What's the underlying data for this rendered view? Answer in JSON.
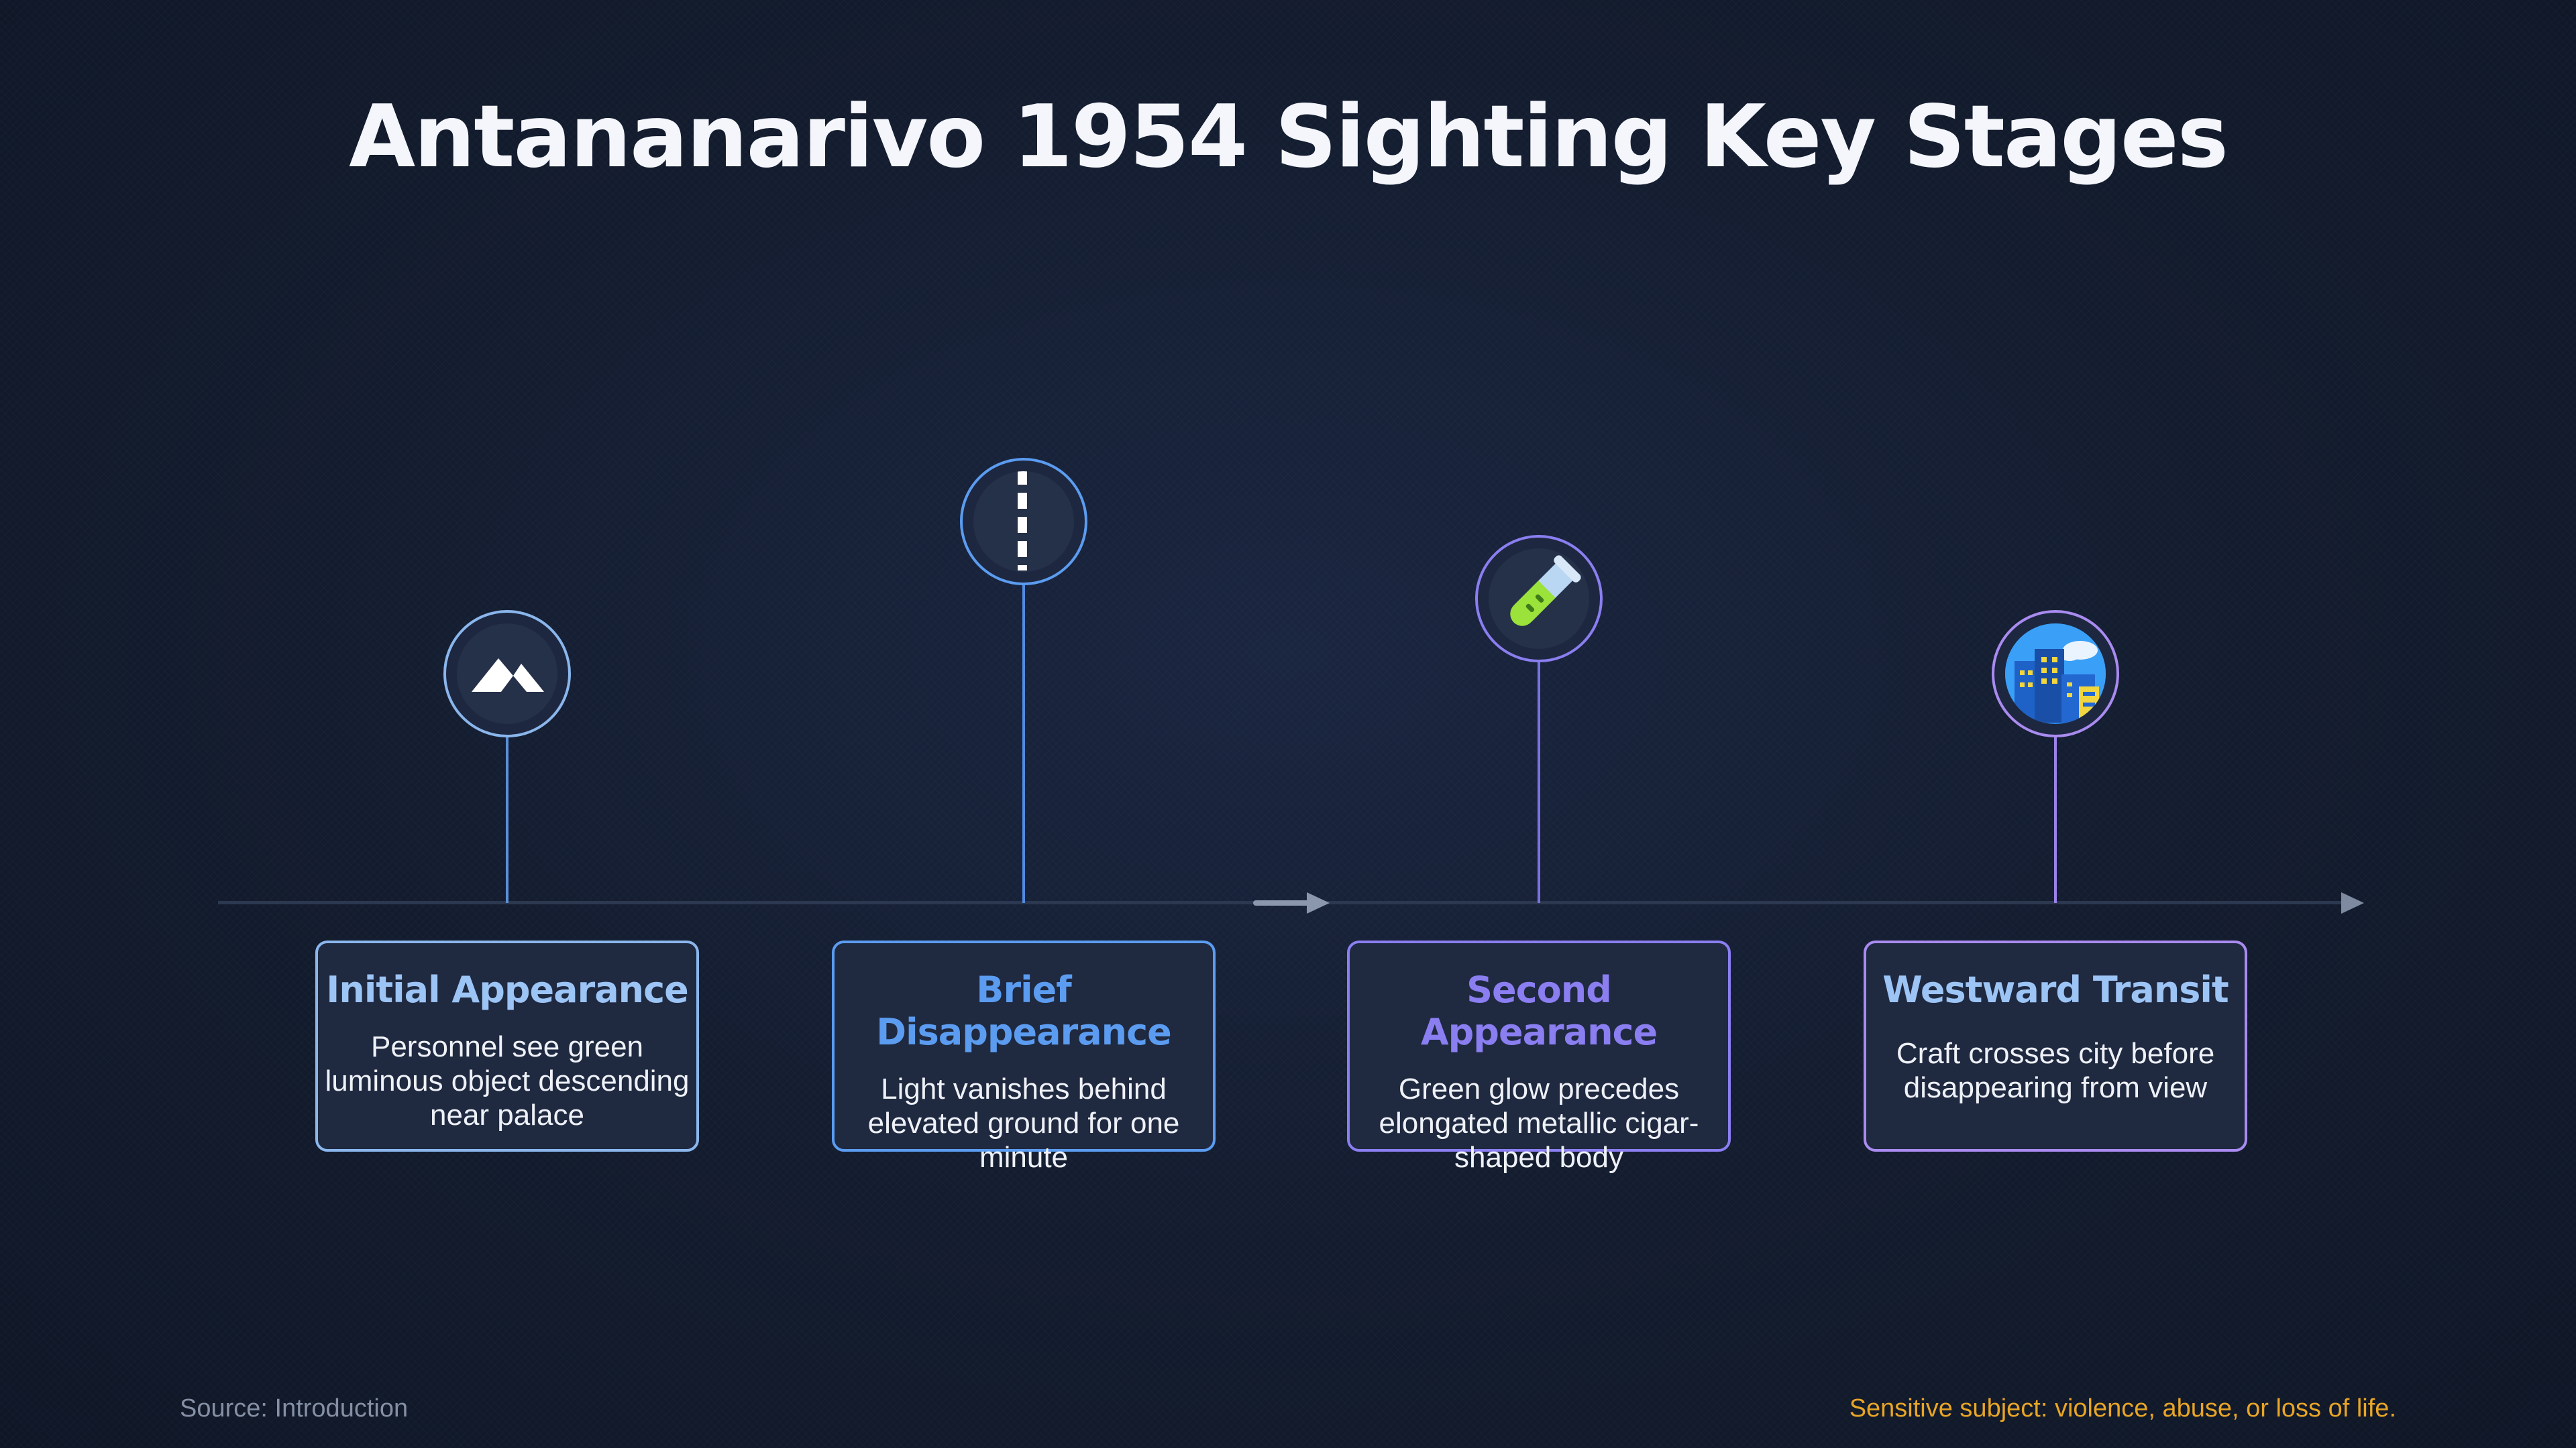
{
  "title": "Antananarivo 1954 Sighting Key Stages",
  "stages": [
    {
      "title": "Initial Appearance",
      "description": "Personnel see green luminous object descending near palace",
      "icon": "mountain-icon",
      "color": "#9cc4f5"
    },
    {
      "title": "Brief Disappearance",
      "description": "Light vanishes behind elevated ground for one minute",
      "icon": "road-icon",
      "color": "#5b9cf0"
    },
    {
      "title": "Second Appearance",
      "description": "Green glow precedes elongated metallic cigar-shaped body",
      "icon": "test-tube-icon",
      "color": "#8a7ef0"
    },
    {
      "title": "Westward Transit",
      "description": "Craft crosses city before disappearing from view",
      "icon": "city-icon",
      "color": "#a98bf0"
    }
  ],
  "footer": {
    "source": "Source: Introduction",
    "warning": "Sensitive subject: violence, abuse, or loss of life."
  },
  "colors": {
    "background": "#131c2e",
    "axis": "#2c3750",
    "warning": "#e8a526"
  }
}
